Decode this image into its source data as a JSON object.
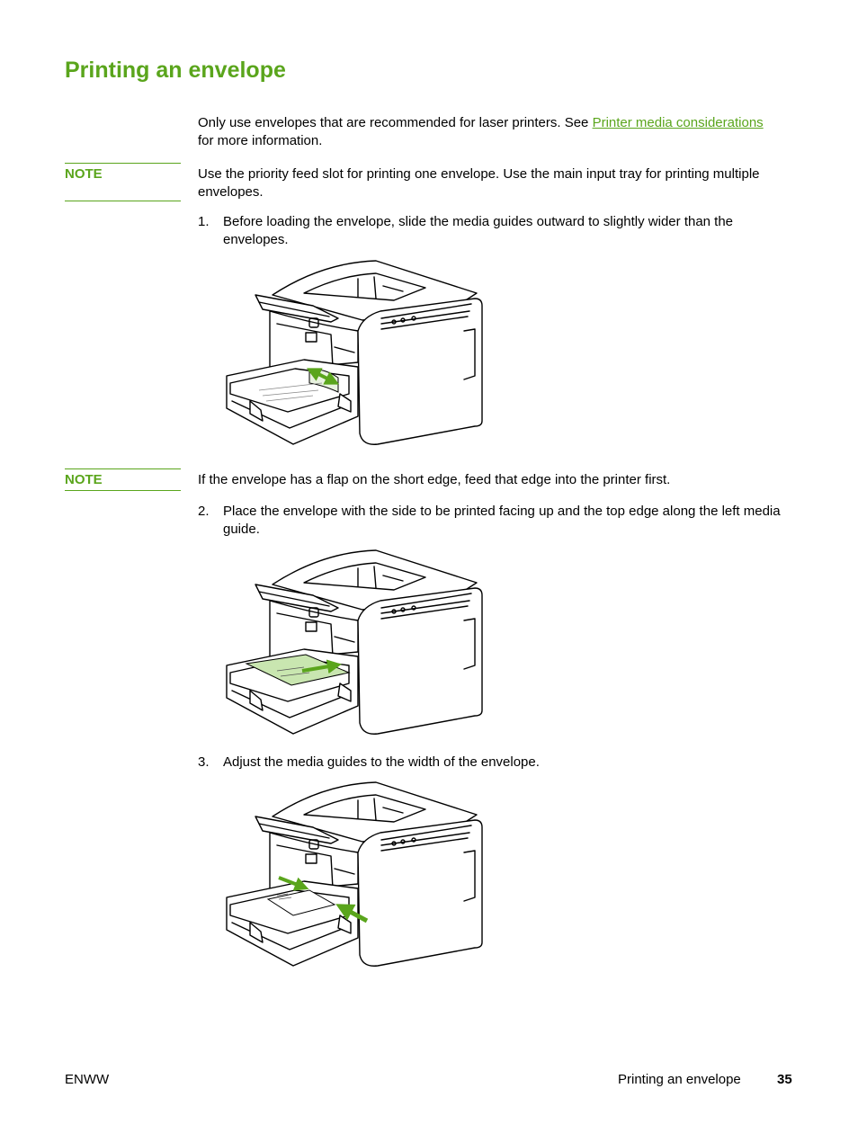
{
  "page": {
    "title": "Printing an envelope",
    "intro": {
      "before": "Only use envelopes that are recommended for laser printers. See ",
      "link": "Printer media considerations",
      "after": " for more information."
    },
    "note1": {
      "label": "NOTE",
      "text": "Use the priority feed slot for printing one envelope. Use the main input tray for printing multiple envelopes."
    },
    "step1": {
      "number": "1.",
      "text": "Before loading the envelope, slide the media guides outward to slightly wider than the envelopes."
    },
    "note2": {
      "label": "NOTE",
      "text": "If the envelope has a flap on the short edge, feed that edge into the printer first."
    },
    "step2": {
      "number": "2.",
      "text": "Place the envelope with the side to be printed facing up and the top edge along the left media guide."
    },
    "step3": {
      "number": "3.",
      "text": "Adjust the media guides to the width of the envelope."
    }
  },
  "figures": {
    "accent_color": "#5aa51c",
    "envelope_fill": "#c9e6b0",
    "icon_names": [
      "printer-illustration",
      "green-arrow-icon"
    ]
  },
  "footer": {
    "left": "ENWW",
    "section": "Printing an envelope",
    "page_number": "35"
  }
}
